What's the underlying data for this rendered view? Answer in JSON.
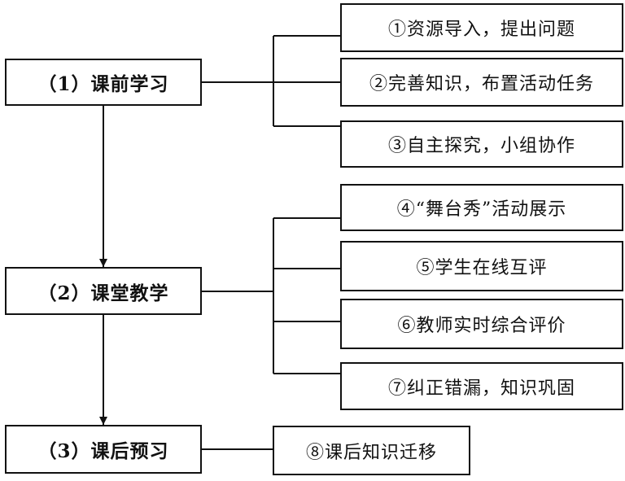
{
  "stages": [
    {
      "label": "（1）课前学习"
    },
    {
      "label": "（2）课堂教学"
    },
    {
      "label": "（3）课后预习"
    }
  ],
  "steps": [
    {
      "label": "①资源导入，提出问题"
    },
    {
      "label": "②完善知识，布置活动任务"
    },
    {
      "label": "③自主探究，小组协作"
    },
    {
      "label": "④“舞台秀”活动展示"
    },
    {
      "label": "⑤学生在线互评"
    },
    {
      "label": "⑥教师实时综合评价"
    },
    {
      "label": "⑦纠正错漏，知识巩固"
    },
    {
      "label": "⑧课后知识迁移"
    }
  ]
}
